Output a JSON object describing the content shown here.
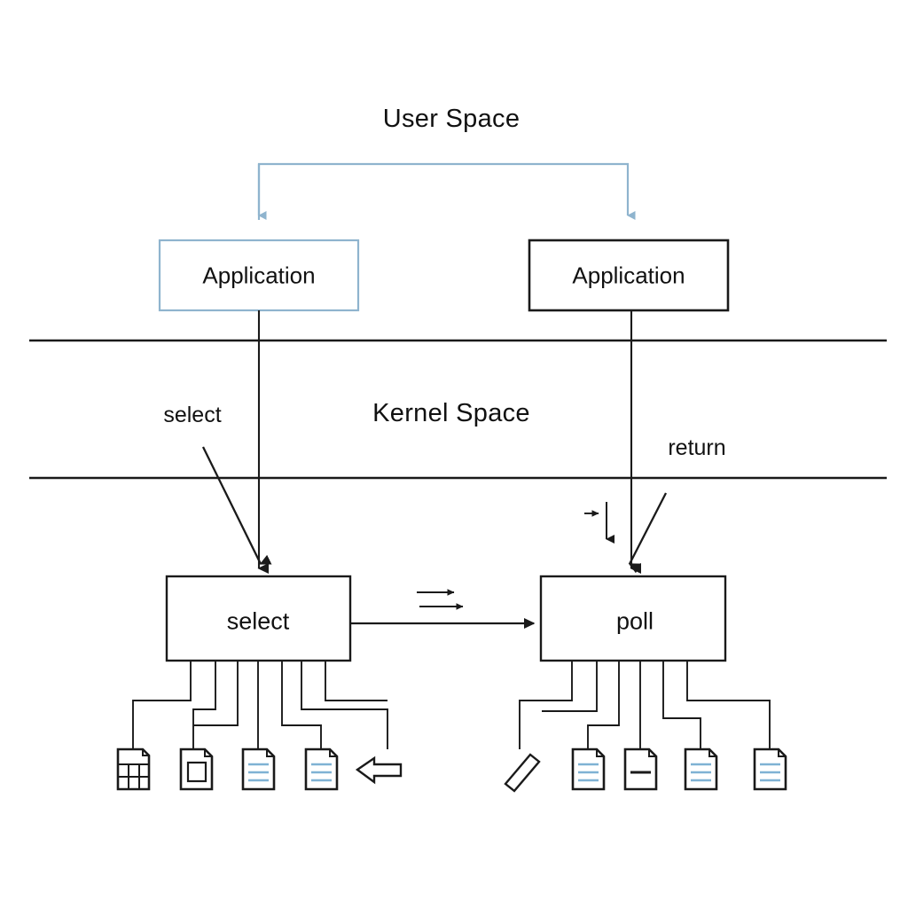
{
  "diagram": {
    "title_user_space": "User Space",
    "title_kernel_space": "Kernel Space",
    "colors": {
      "accent_blue": "#8fb4ce",
      "line_black": "#1a1a1a",
      "doc_line_blue": "#7fb2d4",
      "background": "#ffffff"
    },
    "user_space": {
      "app_left": {
        "label": "Application",
        "border_color": "#8fb4ce"
      },
      "app_right": {
        "label": "Application",
        "border_color": "#1a1a1a"
      },
      "fanout_bracket": {
        "icon": "fork-bracket-arrow",
        "color": "#8fb4ce"
      }
    },
    "kernel_space": {
      "call_label": "select",
      "return_label": "return",
      "small_arrow_glyph": "→",
      "thin_down_arrow": "down-arrow-thin"
    },
    "processors": [
      {
        "id": "select",
        "label": "select",
        "files": [
          {
            "icon": "spreadsheet-file-icon",
            "kind": "grid"
          },
          {
            "icon": "square-doc-file-icon",
            "kind": "square"
          },
          {
            "icon": "lined-doc-file-icon",
            "kind": "lines"
          },
          {
            "icon": "lined-doc-file-icon",
            "kind": "lines"
          }
        ],
        "extra": {
          "icon": "hollow-left-arrow-icon",
          "direction": "left"
        }
      },
      {
        "id": "poll",
        "label": "poll",
        "files": [
          {
            "icon": "tilted-bar-icon",
            "kind": "bar"
          },
          {
            "icon": "lined-doc-file-icon",
            "kind": "lines"
          },
          {
            "icon": "dash-doc-file-icon",
            "kind": "dash"
          },
          {
            "icon": "lined-doc-file-icon",
            "kind": "lines"
          },
          {
            "icon": "lined-doc-file-icon",
            "kind": "lines"
          }
        ]
      }
    ],
    "transition": {
      "from": "select",
      "to": "poll",
      "glyph_top": "→",
      "glyph_bottom": "→"
    }
  }
}
